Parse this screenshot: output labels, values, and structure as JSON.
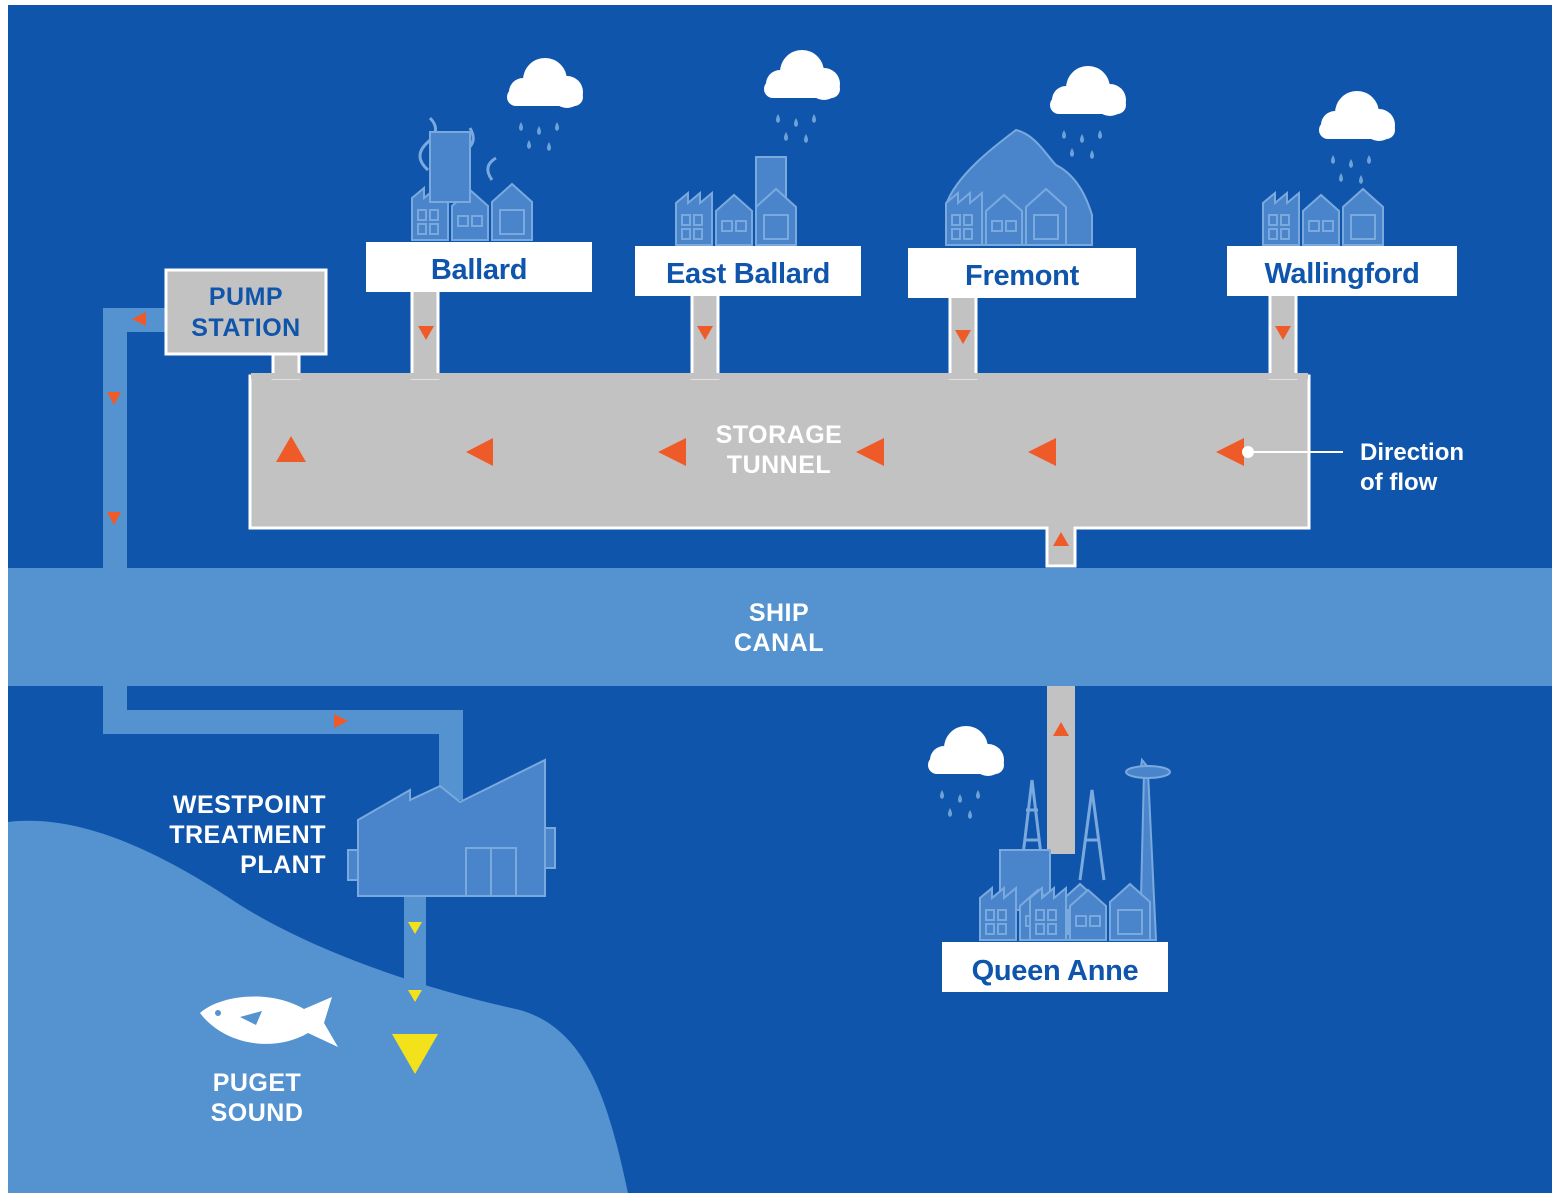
{
  "colors": {
    "background": "#0f55ac",
    "water": "#5592d0",
    "pipe": "#c2c2c2",
    "pipe_outline": "#ffffff",
    "arrow": "#ef5b28",
    "outflow_arrow": "#f3e11c",
    "label_box": "#ffffff",
    "label_text": "#0f55ac",
    "icon_fill": "#4a85cc",
    "cloud": "#ffffff",
    "rain": "#6ea2d6"
  },
  "neighborhoods": [
    {
      "id": "ballard",
      "label": "Ballard",
      "icon": "city-with-smoke-icon"
    },
    {
      "id": "east-ballard",
      "label": "East Ballard",
      "icon": "city-with-tower-icon"
    },
    {
      "id": "fremont",
      "label": "Fremont",
      "icon": "city-with-troll-icon"
    },
    {
      "id": "wallingford",
      "label": "Wallingford",
      "icon": "city-icon"
    },
    {
      "id": "queen-anne",
      "label": "Queen Anne",
      "icon": "city-with-space-needle-icon"
    }
  ],
  "pump_station": {
    "line1": "PUMP",
    "line2": "STATION"
  },
  "storage_tunnel": {
    "line1": "STORAGE",
    "line2": "TUNNEL"
  },
  "flow_legend": {
    "line1": "Direction",
    "line2": "of flow"
  },
  "ship_canal": {
    "line1": "SHIP",
    "line2": "CANAL"
  },
  "treatment_plant": {
    "line1": "WESTPOINT",
    "line2": "TREATMENT",
    "line3": "PLANT"
  },
  "puget_sound": {
    "line1": "PUGET",
    "line2": "SOUND"
  },
  "icons": [
    "cloud-icon",
    "rain-drops-icon",
    "fish-icon",
    "factory-icon",
    "space-needle-icon",
    "oil-derrick-icon"
  ]
}
